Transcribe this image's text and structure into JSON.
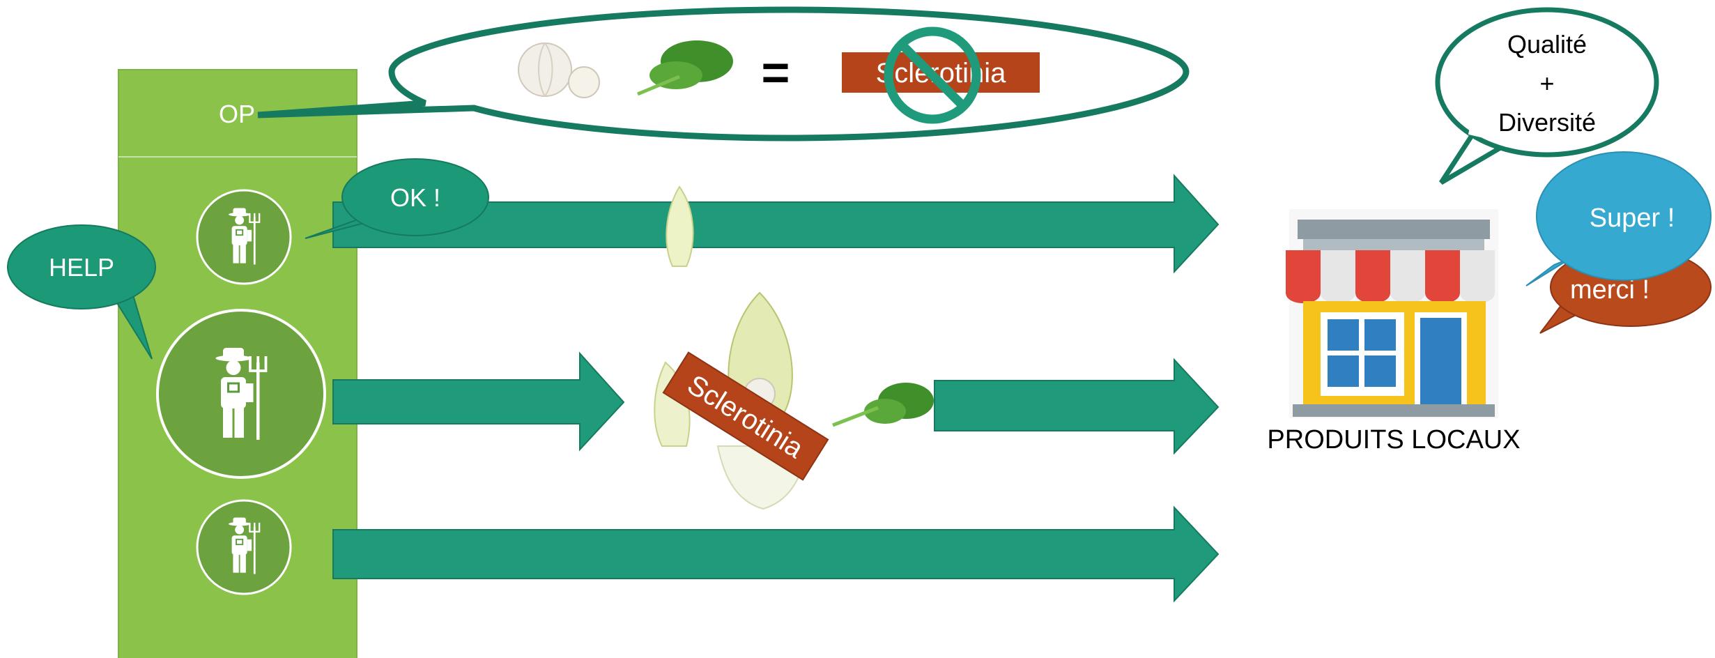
{
  "op_label": "OP",
  "bubbles": {
    "help": "HELP",
    "ok": "OK !",
    "quality_line1": "Qualité",
    "quality_line2": "+",
    "quality_line3": "Diversité",
    "super": "Super !",
    "merci": "merci !"
  },
  "equation": {
    "equals": "=",
    "disease_label": "Sclerotinia"
  },
  "disease_tag": "Sclerotinia",
  "shop_label": "PRODUITS LOCAUX",
  "icons": {
    "garlic": "garlic-icon",
    "spinach": "spinach-icon",
    "endive": "endive-icon",
    "farmer": "farmer-icon",
    "shop": "shop-icon",
    "forbidden": "forbidden-icon"
  },
  "colors": {
    "panel_green": "#8bc34a",
    "panel_border": "#7cb342",
    "arrow_teal": "#1f9a7a",
    "arrow_border": "#157a5f",
    "bubble_teal": "#1c9a77",
    "bubble_blue": "#36a9d0",
    "bubble_orange": "#b94a1c",
    "tag_orange": "#b5441b",
    "oval_stroke": "#157a5f"
  }
}
